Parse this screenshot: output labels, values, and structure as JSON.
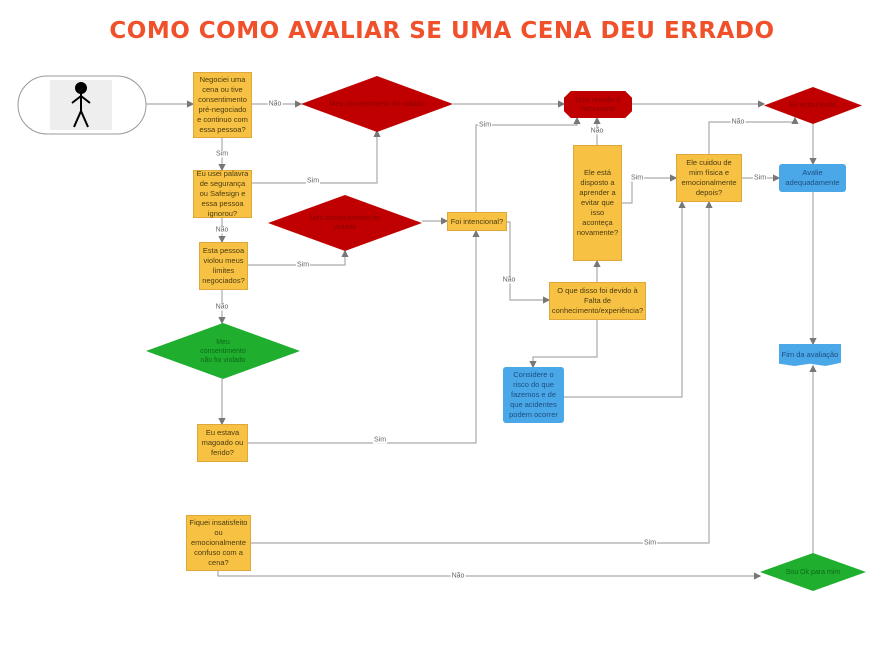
{
  "title": "COMO COMO AVALIAR SE UMA CENA DEU ERRADO",
  "nodes": {
    "q_negotiated": "Negociei uma cena ou tive consentimento pré-negociado e continuo com essa pessoa?",
    "q_safeword": "Eu usei palavra de segurança ou Safesign e essa pessoa ignorou?",
    "q_limits": "Esta pessoa violou meus limites negociados?",
    "d_violated_1": "Meu consentimento foi violado",
    "d_violated_2": "Meu consentimento foi violado",
    "d_not_violated": "Meu consentimento não foi violado",
    "q_intentional": "Foi intencional?",
    "o_review": "Uma revisão é necessária",
    "d_hurt": "Eu estou ferido",
    "q_willing": "Ele está disposto a aprender a evitar que isso aconteça novamente?",
    "q_lack": "O que disso foi devido à Falta de conhecimento/experiência?",
    "q_cared": "Ele cuidou de mim física e emocionalmente depois?",
    "b_evaluate": "Avalie adequadamente",
    "b_end": "Fim da avaliação",
    "b_consider": "Considere o risco do que fazemos e de que acidentes podem ocorrer",
    "q_hurt": "Eu estava magoado ou ferido?",
    "q_unsatisfied": "Fiquei insatisfeito ou emocionalmente confuso com a cena?",
    "d_ok": "Sou Ok para mim"
  },
  "labels": {
    "yes": "Sim",
    "no": "Não"
  },
  "colors": {
    "title": "#f0502a",
    "question": "#f7c244",
    "violation": "#c00000",
    "ok": "#1fae2e",
    "action": "#4aa8e8"
  }
}
